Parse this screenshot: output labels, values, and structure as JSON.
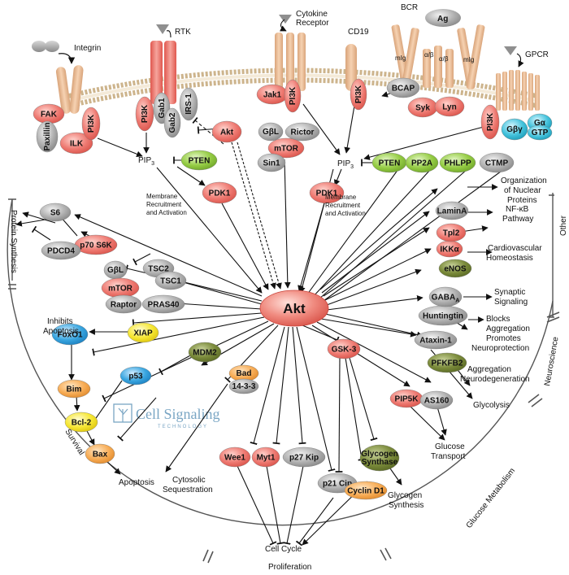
{
  "receptors": {
    "integrin": "Integrin",
    "rtk": "RTK",
    "cytokine": [
      "Cytokine",
      "Receptor"
    ],
    "cd19": "CD19",
    "bcr": "BCR",
    "gpcr": "GPCR",
    "mig_left": "mIg",
    "mig_right": "mIg",
    "ab1": "α/β",
    "ab2": "α/β",
    "ag": "Ag"
  },
  "nodes": {
    "fak": "FAK",
    "ilk": "ILK",
    "paxillin": "Paxillin",
    "pi3k_int": "PI3K",
    "pi3k_rtk": "PI3K",
    "gab1": "Gab1",
    "gab2": "Gab2",
    "irs1": "IRS-1",
    "jak1": "Jak1",
    "pi3k_cyto": "PI3K",
    "pi3k_cd19": "PI3K",
    "bcap": "BCAP",
    "syk": "Syk",
    "lyn": "Lyn",
    "pi3k_gpcr": "PI3K",
    "gbg": "Gβγ",
    "ga": "Gα",
    "gtp": "GTP",
    "pten_l": "PTEN",
    "akt_small": "Akt",
    "gbl_top": "GβL",
    "rictor": "Rictor",
    "mtor_top": "mTOR",
    "sin1": "Sin1",
    "pdk1_l": "PDK1",
    "pdk1_r": "PDK1",
    "pten_r": "PTEN",
    "pp2a": "PP2A",
    "phlpp": "PHLPP",
    "ctmp": "CTMP",
    "s6": "S6",
    "p70s6k": "p70 S6K",
    "pdcd4": "PDCD4",
    "gbl_mid": "GβL",
    "tsc2": "TSC2",
    "tsc1": "TSC1",
    "mtor_mid": "mTOR",
    "raptor": "Raptor",
    "pras40": "PRAS40",
    "xiap": "XIAP",
    "foxo1": "FoxO1",
    "bim": "Bim",
    "bcl2": "Bcl-2",
    "bax": "Bax",
    "p53": "p53",
    "mdm2": "MDM2",
    "bad": "Bad",
    "x1433": "14-3-3",
    "wee1": "Wee1",
    "myt1": "Myt1",
    "p27kip": "p27 Kip",
    "p21cip": "p21 Cip",
    "gsk3": "GSK-3",
    "cyclind1": "Cyclin D1",
    "glycogen_synthase": [
      "Glycogen",
      "Synthase"
    ],
    "pip5k": "PIP5K",
    "as160": "AS160",
    "pfkfb2": "PFKFB2",
    "ataxin1": "Ataxin-1",
    "huntingtin": "Huntingtin",
    "gabaa": "GABA",
    "gabaa_sub": "A",
    "enos": "eNOS",
    "ikka": "IKKα",
    "tpl2": "Tpl2",
    "lamina": "LaminA",
    "akt_main": "Akt"
  },
  "labels": {
    "pip3_l": "PIP",
    "pip3_r": "PIP",
    "pip3_sub": "3",
    "membrane_recruit_l": [
      "Membrane",
      "Recruitment",
      "and Activation"
    ],
    "membrane_recruit_r": [
      "Membrane",
      "Recruitment",
      "and Activation"
    ],
    "inhibits_apoptosis": [
      "Inhibits",
      "Apoptosis"
    ],
    "apoptosis": "Apoptosis",
    "cytosolic_seq": [
      "Cytosolic",
      "Sequestration"
    ],
    "cell_cycle": "Cell Cycle",
    "glycogen_synthesis": [
      "Glycogen",
      "Synthesis"
    ],
    "glucose_transport": [
      "Glucose",
      "Transport"
    ],
    "glycolysis": "Glycolysis",
    "aggregation_neuro": [
      "Aggregation",
      "Neurodegeneration"
    ],
    "blocks_aggregation": [
      "Blocks",
      "Aggregation",
      "Promotes",
      "Neuroprotection"
    ],
    "synaptic": [
      "Synaptic",
      "Signaling"
    ],
    "cardio": [
      "Cardiovascular",
      "Homeostasis"
    ],
    "nfkb": [
      "NF-κB",
      "Pathway"
    ],
    "nuclear": [
      "Organization",
      "of Nuclear",
      "Proteins"
    ]
  },
  "regions": {
    "protein_synthesis": "Protein Synthesis",
    "survival": "Survival",
    "proliferation": "Proliferation",
    "glucose_metabolism": "Glucose Metabolism",
    "neuroscience": "Neuroscience",
    "other": "Other"
  },
  "watermark": {
    "name": "Cell Signaling",
    "sub": "TECHNOLOGY"
  },
  "colors": {
    "red": "#e96a6a",
    "gray": "#a4a4a4",
    "green": "#8dc63f",
    "olive": "#6e7c33",
    "yellow": "#f5e31a",
    "orange": "#f7a84a",
    "blue": "#2f9fd9",
    "cyan": "#39bfd8",
    "receptor": "#e8bd97"
  }
}
